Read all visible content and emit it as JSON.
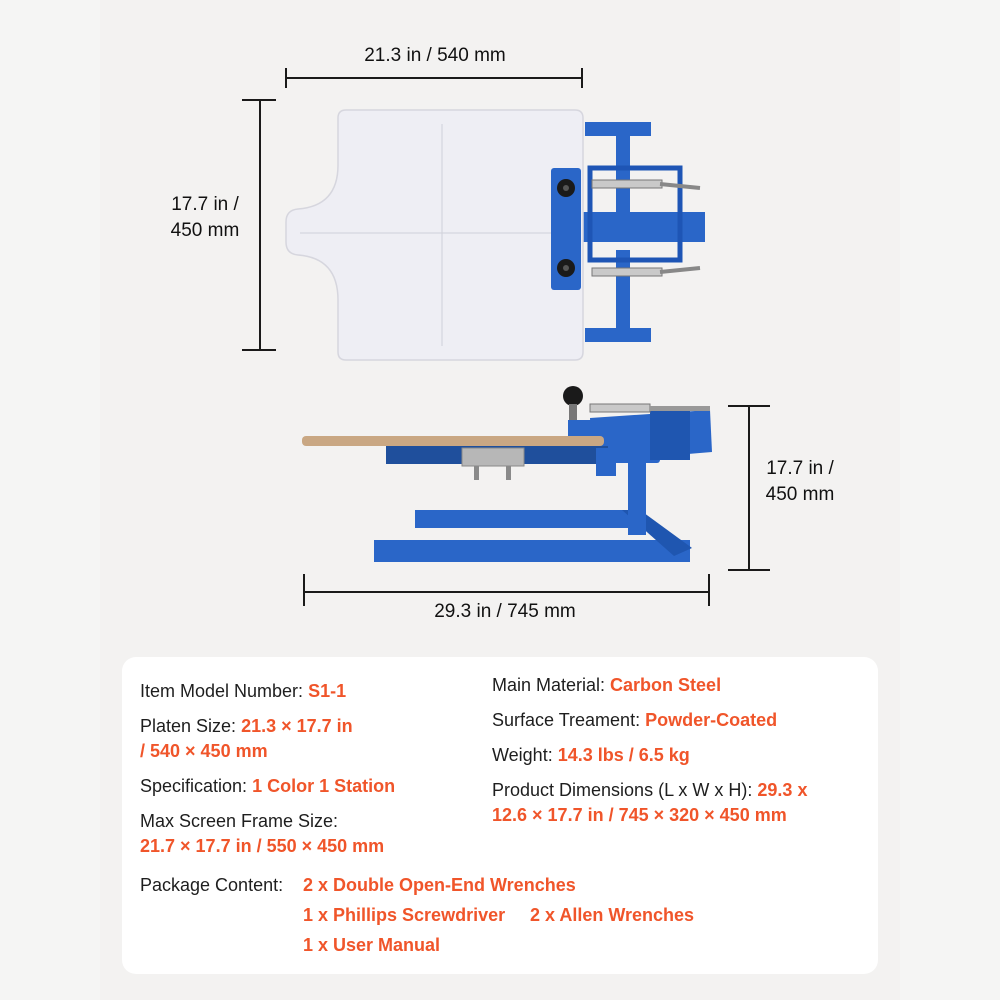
{
  "top_view": {
    "width_label": "21.3 in / 540 mm",
    "height_label_line1": "17.7 in /",
    "height_label_line2": "450 mm"
  },
  "side_view": {
    "height_label_line1": "17.7 in /",
    "height_label_line2": "450 mm",
    "length_label": "29.3 in / 745 mm"
  },
  "colors": {
    "accent": "#f0552a",
    "frame_blue": "#2a66c8",
    "platen": "#eeeef4"
  },
  "specs": {
    "model": {
      "label": "Item Model Number: ",
      "value": "S1-1"
    },
    "platen": {
      "label": "Platen Size: ",
      "value_line1": "21.3 × 17.7 in",
      "value_line2": "/ 540 × 450 mm"
    },
    "specification": {
      "label": "Specification:  ",
      "value": "1 Color 1 Station"
    },
    "max_frame": {
      "label": "Max Screen Frame Size:",
      "value": "21.7 × 17.7 in / 550 × 450 mm"
    },
    "material": {
      "label": "Main Material: ",
      "value": "Carbon Steel"
    },
    "surface": {
      "label": "Surface Treament: ",
      "value": "Powder-Coated"
    },
    "weight": {
      "label": "Weight: ",
      "value": "14.3 lbs  /  6.5 kg"
    },
    "dimensions": {
      "label": "Product Dimensions (L x W x H): ",
      "value_line1": "29.3 x",
      "value_line2": "12.6 × 17.7 in / 745 × 320 × 450 mm"
    },
    "package": {
      "label": "Package Content:",
      "items": [
        "2 x Double Open-End Wrenches",
        "1 x Phillips Screwdriver",
        "2 x Allen Wrenches",
        "1 x User Manual"
      ]
    }
  }
}
